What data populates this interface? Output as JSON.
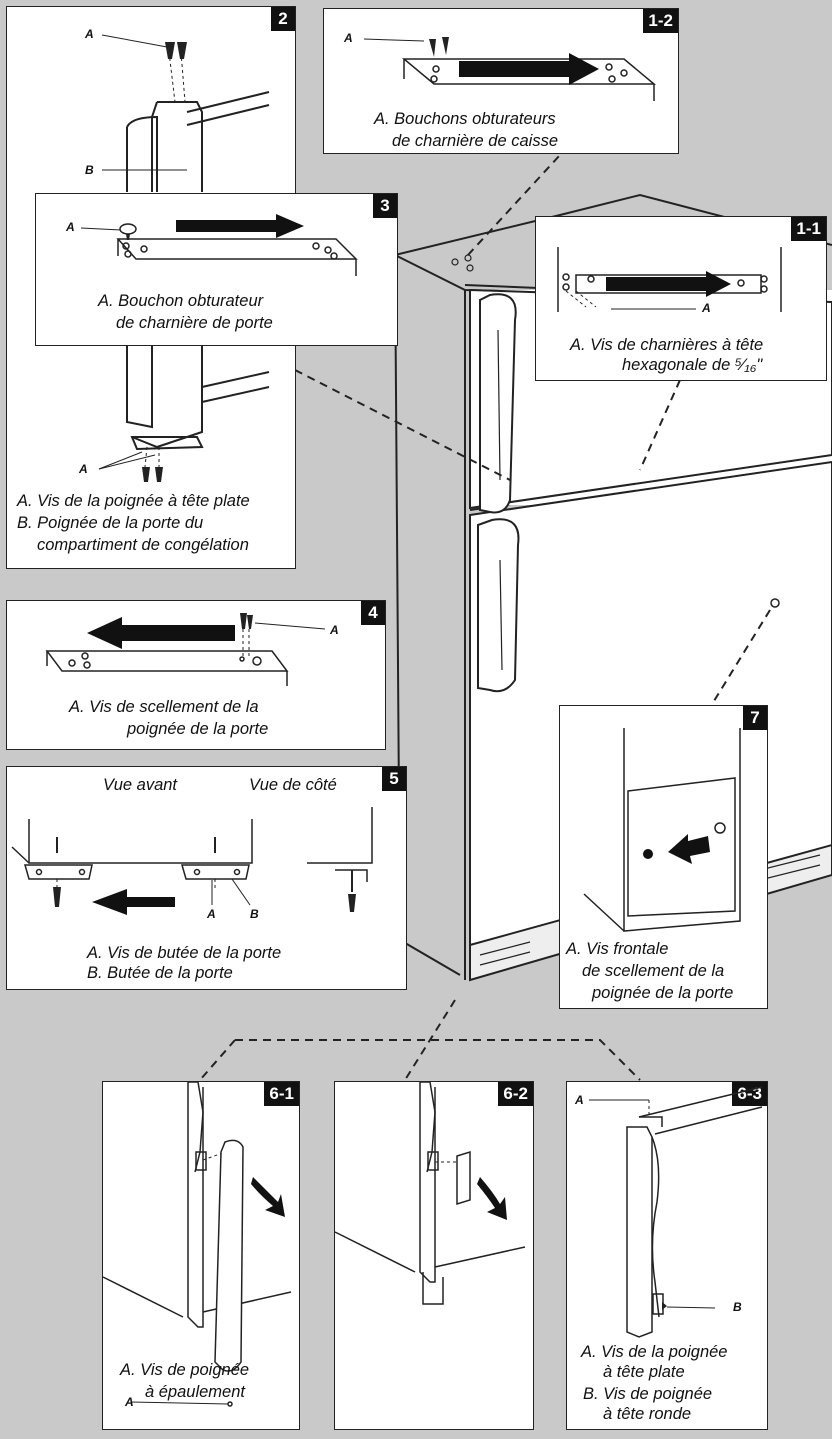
{
  "panels": {
    "p12": {
      "badge": "1-2",
      "label_a": "A",
      "caption_1": "A. Bouchons obturateurs",
      "caption_2": "de charnière de caisse"
    },
    "p11": {
      "badge": "1-1",
      "label_a": "A",
      "caption_1": "A. Vis de charnières à tête",
      "caption_2": "hexagonale de ⁵⁄₁₆\""
    },
    "p2": {
      "badge": "2",
      "label_a": "A",
      "label_b": "B",
      "label_a2": "A",
      "caption_1": "A. Vis de la poignée à tête plate",
      "caption_2": "B. Poignée de la porte du",
      "caption_3": "compartiment de congélation"
    },
    "p3": {
      "badge": "3",
      "label_a": "A",
      "caption_1": "A. Bouchon obturateur",
      "caption_2": "de charnière de porte"
    },
    "p4": {
      "badge": "4",
      "label_a": "A",
      "caption_1": "A. Vis de scellement de la",
      "caption_2": "poignée de la porte"
    },
    "p5": {
      "badge": "5",
      "view_front": "Vue avant",
      "view_side": "Vue de côté",
      "label_a": "A",
      "label_b": "B",
      "caption_1": "A. Vis de butée de la porte",
      "caption_2": "B. Butée de la porte"
    },
    "p7": {
      "badge": "7",
      "caption_1": "A. Vis frontale",
      "caption_2": "de scellement de la",
      "caption_3": "poignée de la porte"
    },
    "p61": {
      "badge": "6-1",
      "label_a": "A",
      "caption_1": "A. Vis de poignée",
      "caption_2": "à épaulement"
    },
    "p62": {
      "badge": "6-2"
    },
    "p63": {
      "badge": "6-3",
      "label_a": "A",
      "label_b": "B",
      "caption_1": "A. Vis de la poignée",
      "caption_2": "à tête plate",
      "caption_3": "B. Vis de poignée",
      "caption_4": "à tête ronde"
    }
  },
  "colors": {
    "background": "#c9c9c9",
    "panel": "#ffffff",
    "badge": "#111111",
    "line": "#222222"
  }
}
